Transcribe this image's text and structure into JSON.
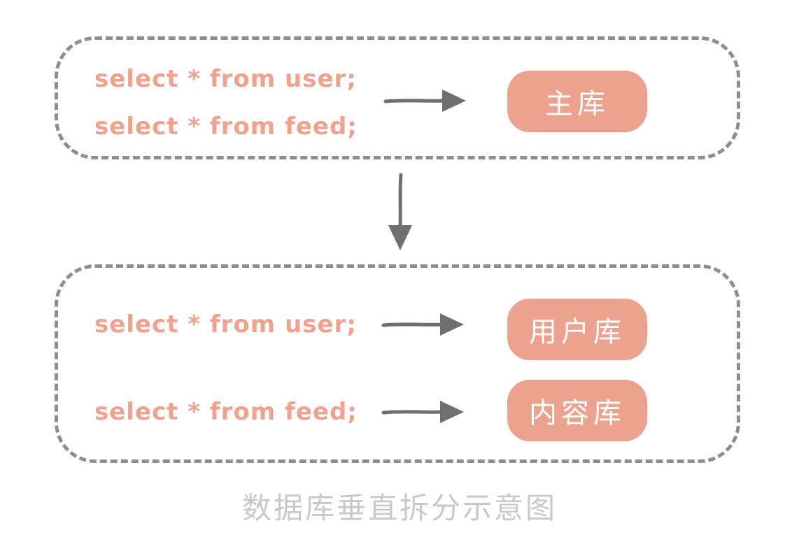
{
  "page": {
    "background": "#ffffff",
    "caption": "数据库垂直拆分示意图"
  },
  "colors": {
    "sql_text": "#f0a28e",
    "db_box_fill": "#eba28f",
    "db_box_text": "#ffffff",
    "dashed_border": "#8e8e8e",
    "arrow": "#6f6f6f",
    "caption_text": "#cbc8c8"
  },
  "before_split": {
    "queries": [
      "select * from user;",
      "select * from feed;"
    ],
    "arrow_icon": "arrow-right",
    "database": "主库"
  },
  "transition": {
    "arrow_icon": "arrow-down"
  },
  "after_split": {
    "rows": [
      {
        "query": "select * from user;",
        "arrow_icon": "arrow-right",
        "database": "用户库"
      },
      {
        "query": "select * from feed;",
        "arrow_icon": "arrow-right",
        "database": "内容库"
      }
    ]
  }
}
